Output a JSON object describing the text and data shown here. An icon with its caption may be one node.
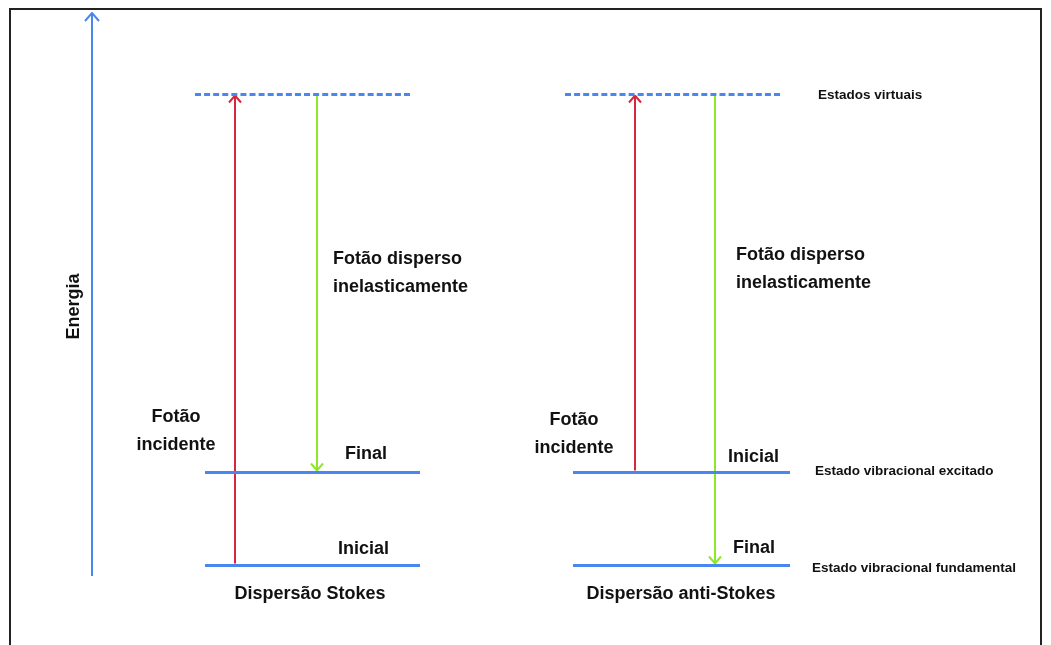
{
  "diagram": {
    "nodes": [
      {
        "text": [],
        "shape": "bar"
      },
      {
        "text": [],
        "shape": "bar",
        "beside": [
          "Estados virtuais"
        ]
      },
      {
        "text": [],
        "shape": "bar",
        "beside": [
          "Final"
        ]
      },
      {
        "text": [],
        "shape": "bar",
        "beside": [
          "Inicial",
          "Estado vibracional excitado"
        ]
      },
      {
        "text": [],
        "shape": "bar",
        "beside": [
          "Inicial"
        ]
      },
      {
        "text": [],
        "shape": "bar",
        "beside": [
          "Final",
          "Estado vibracional fundamental"
        ]
      }
    ],
    "edges": [
      {
        "from": 4,
        "to": 0,
        "arrow": "to",
        "label": "Fotão incidente",
        "color": "#d7263d"
      },
      {
        "from": 0,
        "to": 2,
        "arrow": "to",
        "label": "Fotão disperso inelasticamente",
        "color": "#8ee82a"
      },
      {
        "from": 3,
        "to": 1,
        "arrow": "to",
        "label": "Fotão incidente",
        "color": "#d7263d"
      },
      {
        "from": 1,
        "to": 5,
        "arrow": "to",
        "label": "Fotão disperso inelasticamente",
        "color": "#8ee82a"
      }
    ],
    "labels": [
      "Energia",
      "Dispersão Stokes",
      "Dispersão anti-Stokes"
    ]
  }
}
